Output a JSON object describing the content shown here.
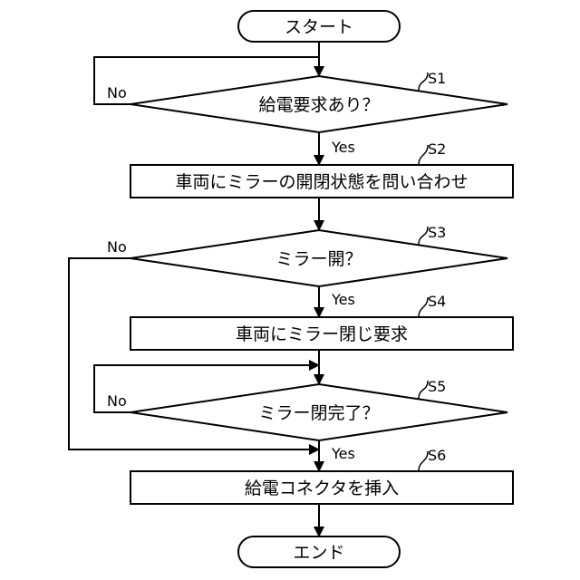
{
  "terminals": {
    "start": "スタート",
    "end": "エンド"
  },
  "steps": [
    {
      "id": "S1",
      "kind": "decision",
      "text": "給電要求あり？"
    },
    {
      "id": "S2",
      "kind": "process",
      "text": "車両にミラーの開閉状態を問い合わせ"
    },
    {
      "id": "S3",
      "kind": "decision",
      "text": "ミラー開？"
    },
    {
      "id": "S4",
      "kind": "process",
      "text": "車両にミラー閉じ要求"
    },
    {
      "id": "S5",
      "kind": "decision",
      "text": "ミラー閉完了？"
    },
    {
      "id": "S6",
      "kind": "process",
      "text": "給電コネクタを挿入"
    }
  ],
  "branches": {
    "yes": "Yes",
    "no": "No"
  }
}
